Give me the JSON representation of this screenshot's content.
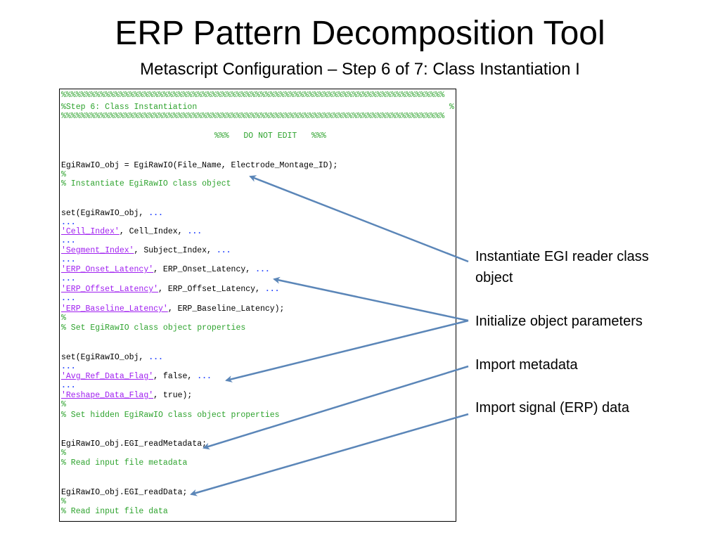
{
  "slide": {
    "title": "ERP Pattern Decomposition Tool",
    "subtitle": "Metascript Configuration – Step 6 of 7: Class Instantiation I"
  },
  "code": {
    "banner": "%%%%%%%%%%%%%%%%%%%%%%%%%%%%%%%%%%%%%%%%%%%%%%%%%%%%%%%%%%%%%%%%%%%%%%%%%%%%%%%",
    "step_header": "%Step 6: Class Instantiation",
    "step_header_end": "%",
    "do_not_edit": "%%%   DO NOT EDIT   %%%",
    "instantiate_line": "EgiRawIO_obj = EgiRawIO(File_Name, Electrode_Montage_ID);",
    "pct": "%",
    "comment_instantiate": "% Instantiate EgiRawIO class object",
    "set_open": "set(EgiRawIO_obj, ",
    "ellipsis": "...",
    "comma_space": ", ",
    "str_cell_index": "'Cell_Index'",
    "arg_cell_index": ", Cell_Index, ",
    "str_segment_index": "'Segment_Index'",
    "arg_segment_index": ", Subject_Index, ",
    "str_onset": "'ERP_Onset_Latency'",
    "arg_onset": ", ERP_Onset_Latency, ",
    "str_offset": "'ERP_Offset_Latency'",
    "arg_offset": ", ERP_Offset_Latency, ",
    "str_baseline": "'ERP_Baseline_Latency'",
    "arg_baseline": ", ERP_Baseline_Latency);",
    "comment_set_props": "% Set EgiRawIO class object properties",
    "str_avg_ref": "'Avg_Ref_Data_Flag'",
    "arg_avg_ref": ", false, ",
    "str_reshape": "'Reshape_Data_Flag'",
    "arg_reshape": ", true);",
    "comment_hidden_props": "% Set hidden EgiRawIO class object properties",
    "read_metadata_line": "EgiRawIO_obj.EGI_readMetadata;",
    "comment_read_metadata": "% Read input file metadata",
    "read_data_line": "EgiRawIO_obj.EGI_readData;",
    "comment_read_data": "% Read input file data"
  },
  "callouts": {
    "instantiate_line1": "Instantiate EGI reader class",
    "instantiate_line2": "object",
    "initialize": "Initialize object parameters",
    "import_metadata": "Import metadata",
    "import_signal": "Import signal (ERP) data"
  },
  "colors": {
    "comment": "#2ea32e",
    "string": "#a020f0",
    "ellipsis": "#1f3fff",
    "arrow": "#5b86b8"
  }
}
